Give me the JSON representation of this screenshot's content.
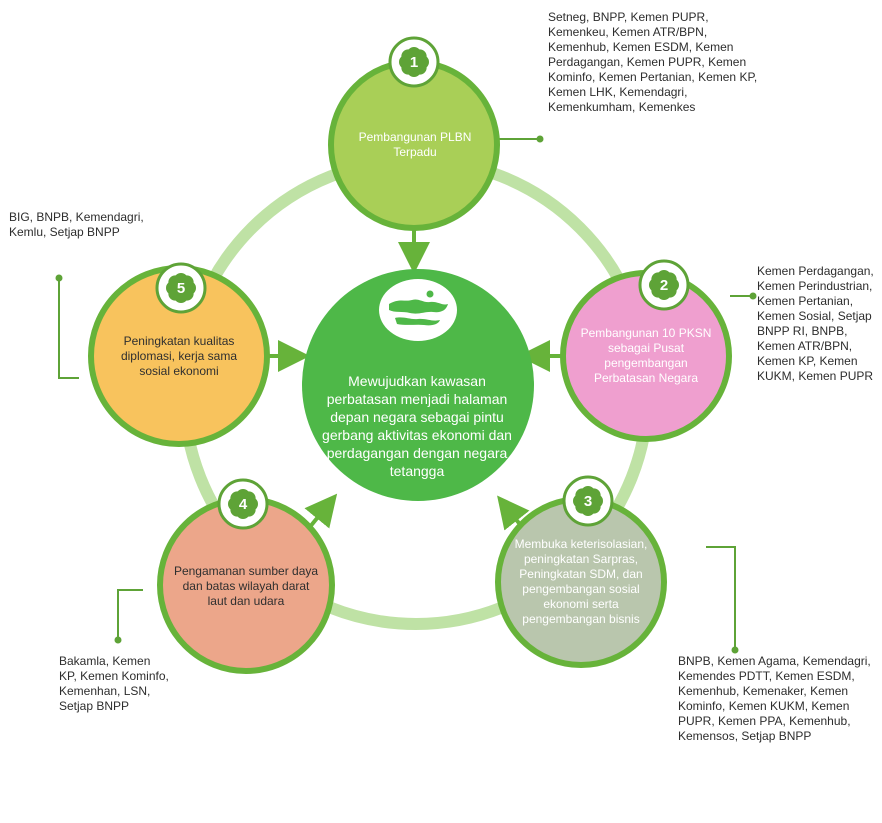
{
  "colors": {
    "ring": "#bfe2a5",
    "node_border": "#67b33a",
    "center_fill": "#4eb848",
    "badge_fill": "#5ea337",
    "arrow": "#67b33a",
    "leader": "#5ea337"
  },
  "center": {
    "text": "Mewujudkan kawasan perbatasan menjadi halaman depan negara sebagai pintu gerbang aktivitas ekonomi dan perdagangan dengan negara tetangga",
    "icon": "indonesia-map-icon"
  },
  "nodes": [
    {
      "number": "1",
      "title": "Pembangunan PLBN Terpadu",
      "fill": "#a9cf57",
      "text_style": "light",
      "agencies": "Setneg, BNPP, Kemen PUPR, Kemenkeu, Kemen ATR/BPN, Kemenhub, Kemen ESDM, Kemen Perdagangan, Kemen PUPR, Kemen Kominfo, Kemen Pertanian, Kemen KP, Kemen LHK, Kemendagri, Kemenkumham, Kemenkes"
    },
    {
      "number": "2",
      "title": "Pembangunan 10 PKSN sebagai Pusat pengembangan Perbatasan Negara",
      "fill": "#ef9fcf",
      "text_style": "light",
      "agencies": "Kemen Perdagangan, Kemen Perindustrian, Kemen Pertanian, Kemen Sosial, Setjap BNPP RI, BNPB, Kemen ATR/BPN, Kemen KP, Kemen KUKM, Kemen PUPR"
    },
    {
      "number": "3",
      "title": "Membuka keterisolasian, peningkatan Sarpras, Peningkatan SDM, dan pengembangan sosial ekonomi serta pengembangan bisnis",
      "fill": "#b9c6ad",
      "text_style": "light",
      "agencies": "BNPB, Kemen Agama, Kemendagri, Kemendes PDTT, Kemen ESDM, Kemenhub, Kemenaker, Kemen Kominfo, Kemen KUKM, Kemen PUPR, Kemen PPA, Kemenhub, Kemensos, Setjap BNPP"
    },
    {
      "number": "4",
      "title": "Pengamanan sumber daya dan batas wilayah darat laut dan udara",
      "fill": "#eca68a",
      "text_style": "dark",
      "agencies": "Bakamla, Kemen KP, Kemen Kominfo, Kemenhan, LSN, Setjap BNPP"
    },
    {
      "number": "5",
      "title": "Peningkatan kualitas diplomasi, kerja sama sosial ekonomi",
      "fill": "#f8c35d",
      "text_style": "dark",
      "agencies": "BIG, BNPB, Kemendagri, Kemlu, Setjap BNPP"
    }
  ]
}
